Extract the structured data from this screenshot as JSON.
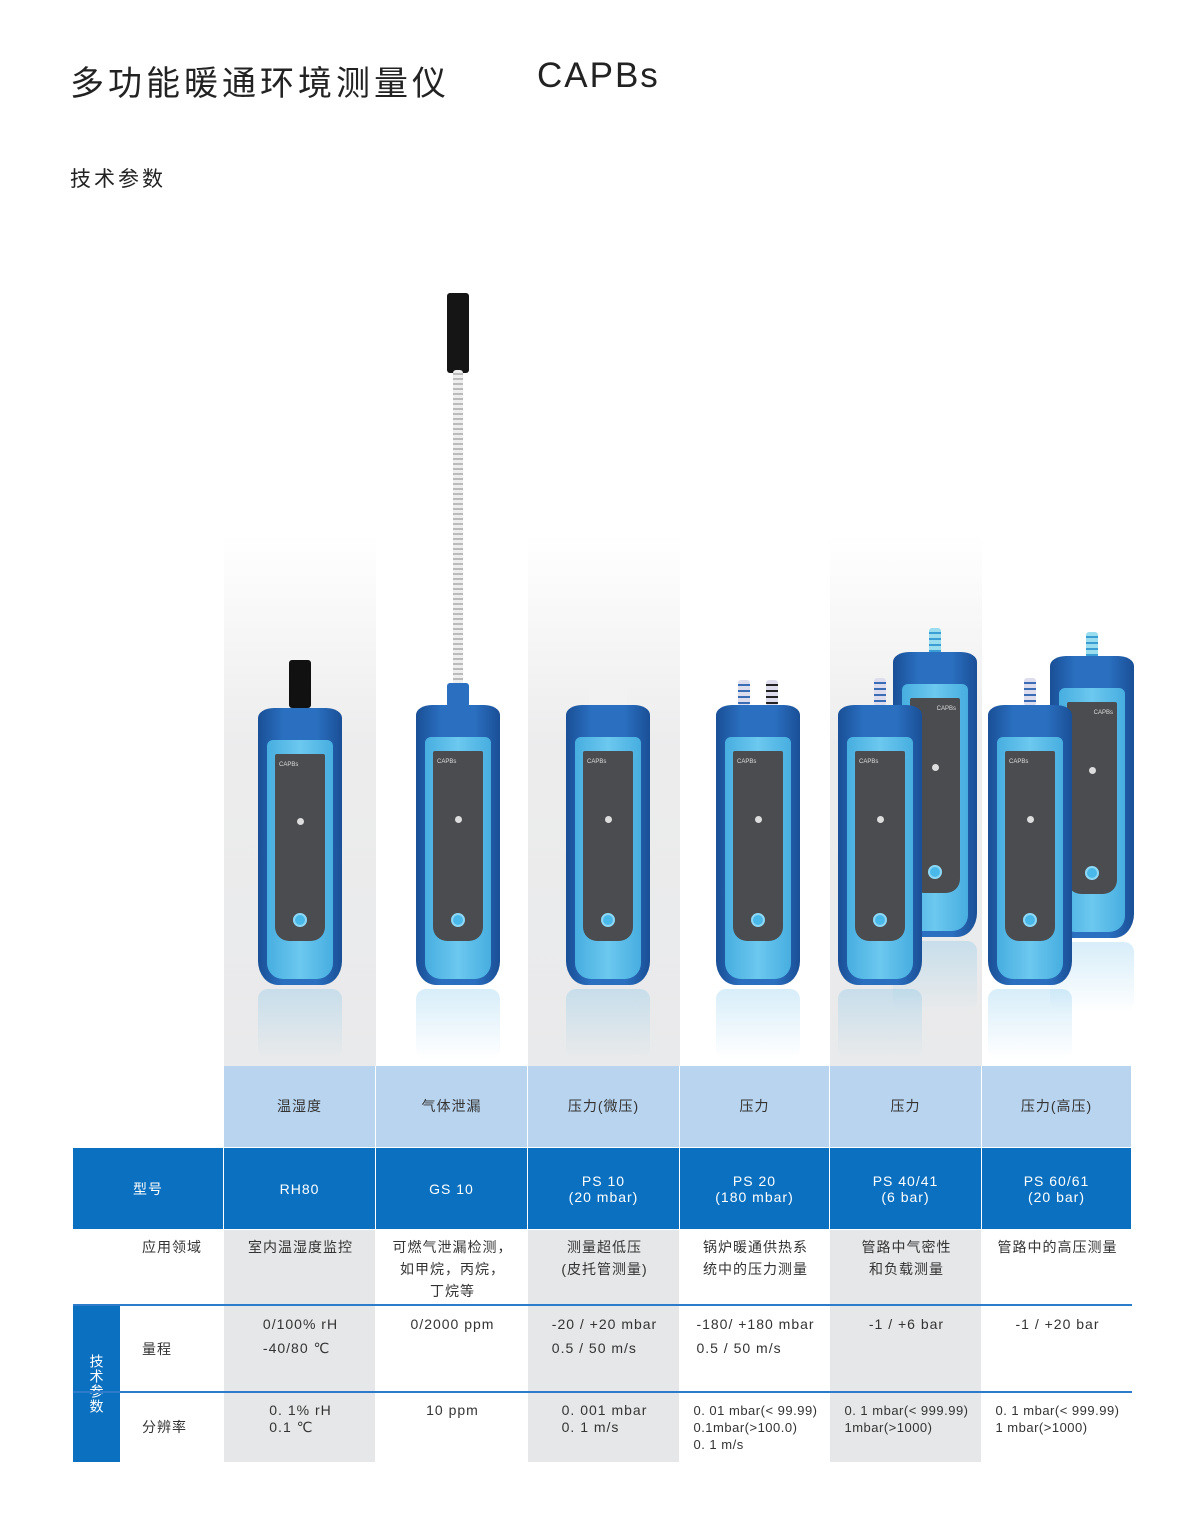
{
  "header": {
    "title": "多功能暖通环境测量仪",
    "brand": "CAPBs",
    "subtitle": "技术参数"
  },
  "device_logo": "CAPBs",
  "table": {
    "row_labels": {
      "model": "型号",
      "application": "应用领域",
      "group": "技术参数",
      "range": "量程",
      "resolution": "分辨率"
    },
    "products": [
      {
        "category": "温湿度",
        "model": "RH80",
        "model_sub": "",
        "application": [
          "室内温湿度监控"
        ],
        "range": [
          "0/100% rH",
          "-40/80 ℃"
        ],
        "resolution": [
          "0. 1% rH",
          "0.1 ℃"
        ]
      },
      {
        "category": "气体泄漏",
        "model": "GS 10",
        "model_sub": "",
        "application": [
          "可燃气泄漏检测，",
          "如甲烷，丙烷，",
          "丁烷等"
        ],
        "range": [
          "0/2000 ppm"
        ],
        "resolution": [
          "10 ppm"
        ]
      },
      {
        "category": "压力(微压)",
        "model": "PS 10",
        "model_sub": "(20 mbar)",
        "application": [
          "测量超低压",
          "(皮托管测量)"
        ],
        "range": [
          "-20 / +20 mbar",
          "0.5 / 50 m/s"
        ],
        "resolution": [
          "0. 001 mbar",
          "0. 1 m/s"
        ]
      },
      {
        "category": "压力",
        "model": "PS 20",
        "model_sub": "(180 mbar)",
        "application": [
          "锅炉暖通供热系",
          "统中的压力测量"
        ],
        "range": [
          "-180/ +180 mbar",
          "0.5 / 50 m/s"
        ],
        "resolution": [
          "0. 01 mbar(< 99.99)",
          "0.1mbar(>100.0)",
          "0. 1 m/s"
        ]
      },
      {
        "category": "压力",
        "model": "PS 40/41",
        "model_sub": "(6 bar)",
        "application": [
          "管路中气密性",
          "和负载测量"
        ],
        "range": [
          "-1 / +6 bar"
        ],
        "resolution": [
          "0. 1 mbar(< 999.99)",
          "1mbar(>1000)"
        ]
      },
      {
        "category": "压力(高压)",
        "model": "PS 60/61",
        "model_sub": "(20 bar)",
        "application": [
          "管路中的高压测量"
        ],
        "range": [
          "-1 / +20 bar"
        ],
        "resolution": [
          "0. 1 mbar(< 999.99)",
          "1 mbar(>1000)"
        ]
      }
    ]
  },
  "colors": {
    "dark_blue": "#0b70bf",
    "light_blue": "#b9d4ef",
    "gray": "#e6e7e8"
  }
}
